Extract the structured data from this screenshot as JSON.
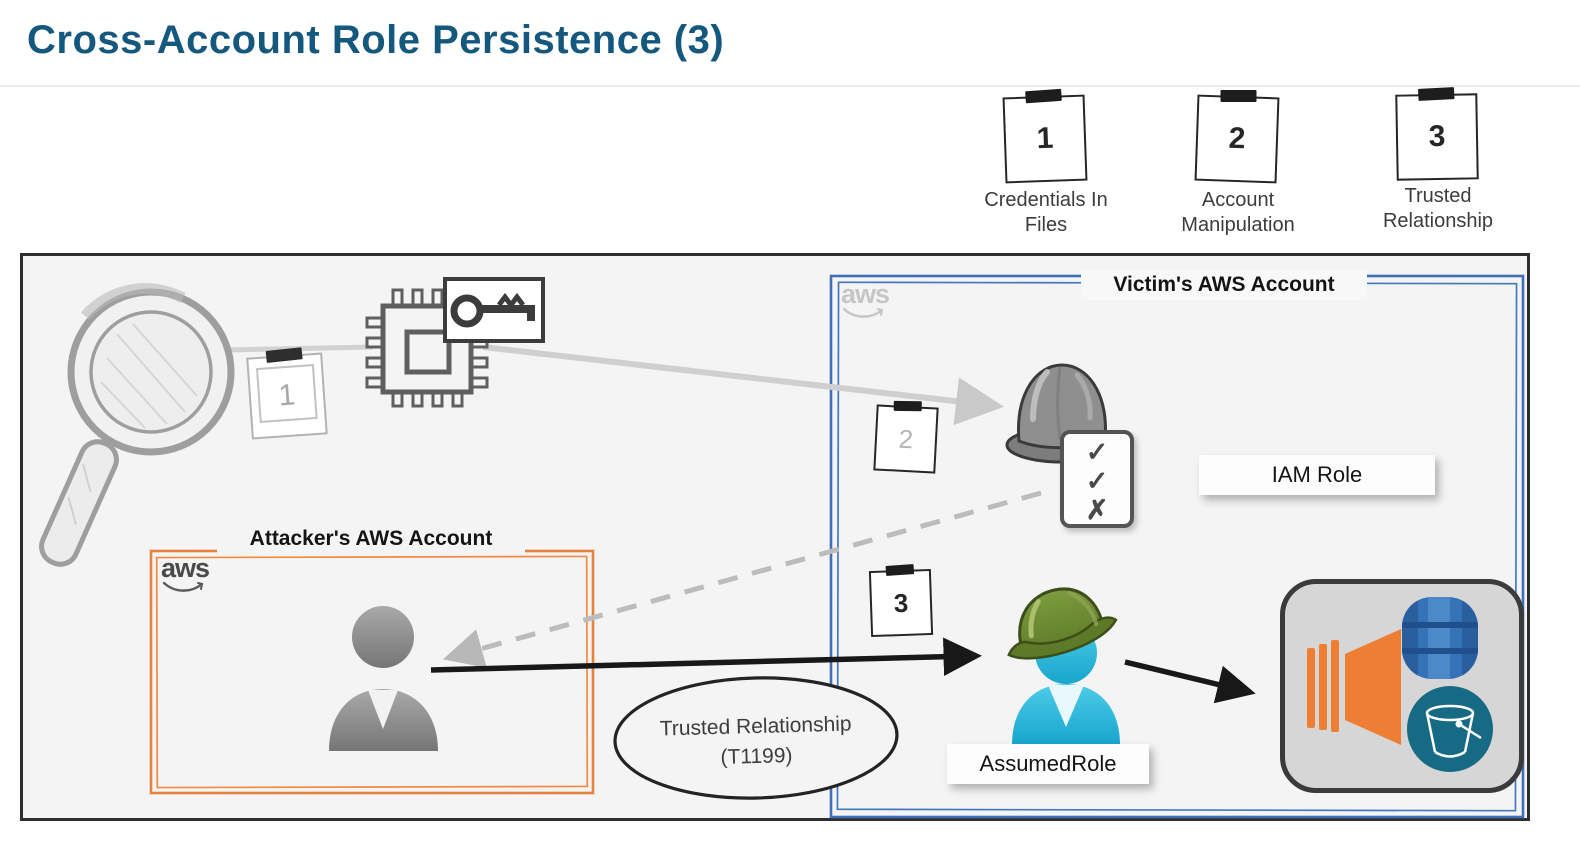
{
  "title": "Cross-Account Role Persistence (3)",
  "legend": {
    "items": [
      {
        "number": "1",
        "label": "Credentials In Files"
      },
      {
        "number": "2",
        "label": "Account Manipulation"
      },
      {
        "number": "3",
        "label": "Trusted Relationship"
      }
    ]
  },
  "diagram": {
    "notes": {
      "n1": "1",
      "n2": "2",
      "n3": "3"
    },
    "victim": {
      "aws": "aws",
      "title": "Victim's AWS Account"
    },
    "attacker": {
      "aws": "aws",
      "title": "Attacker's AWS Account"
    },
    "iam_role": "IAM Role",
    "assumed_role": "AssumedRole",
    "checklist": {
      "c1": "✓",
      "c2": "✓",
      "c3": "✗"
    },
    "trust": {
      "line1": "Trusted Relationship",
      "line2": "(T1199)"
    }
  },
  "colors": {
    "title_text": "#15587E",
    "victim_border_blue": "#3F6FB7",
    "attacker_border_orange": "#E8813B",
    "diagram_bg": "#F4F4F4",
    "ec2_orange": "#EE7E33",
    "dynamodb_blue": "#3572B8",
    "s3_teal": "#176A84",
    "assumed_role_cyan": "#2FB6E0",
    "hard_hat_green": "#6E8C33",
    "hard_hat_gray": "#8F8F8F",
    "arrow_black": "#181818",
    "arrow_gray": "#CFCFCF"
  }
}
